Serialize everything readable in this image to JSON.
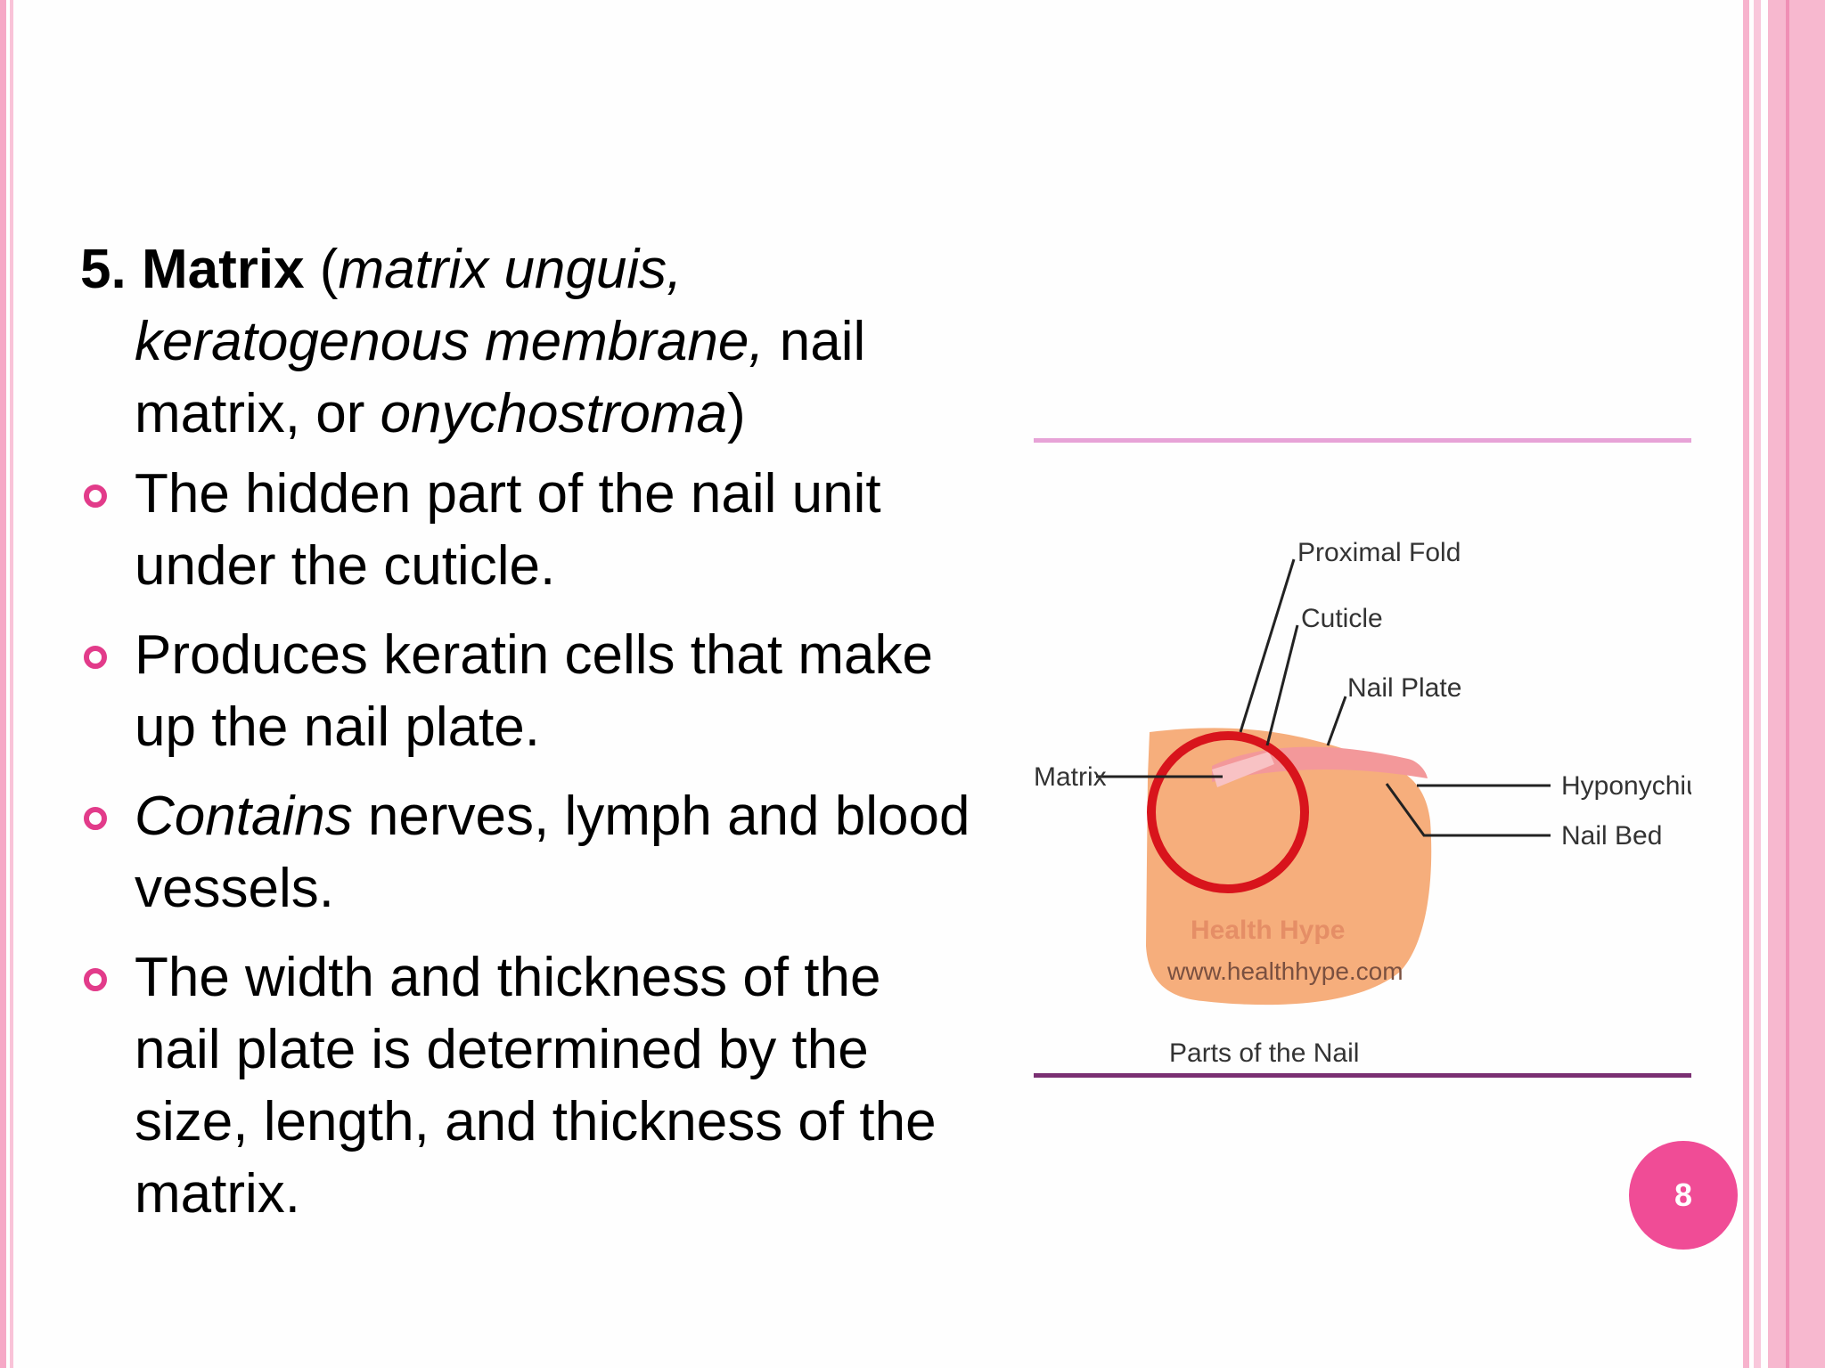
{
  "heading": {
    "number": "5.",
    "term": "Matrix",
    "open_paren": " (",
    "synonym_1": "matrix unguis, keratogenous membrane,",
    "synonym_2": " nail matrix, or ",
    "synonym_3": "onychostroma",
    "close_paren": ")"
  },
  "bullets": [
    {
      "lead_italic": "",
      "text": "The hidden part of the nail unit under the cuticle."
    },
    {
      "lead_italic": "",
      "text": "Produces keratin cells that make up the nail plate."
    },
    {
      "lead_italic": "Contains",
      "text": " nerves, lymph and blood vessels."
    },
    {
      "lead_italic": "",
      "text": "The width and thickness of the nail plate is determined by the size, length, and thickness of the matrix."
    }
  ],
  "diagram": {
    "labels": {
      "proximal_fold": "Proximal Fold",
      "cuticle": "Cuticle",
      "nail_plate": "Nail Plate",
      "matrix": "Matrix",
      "hyponychium": "Hyponychium",
      "nail_bed": "Nail Bed",
      "watermark_1": "Health Hype",
      "watermark_2": "www.healthhype.com",
      "caption": "Parts of the Nail"
    },
    "colors": {
      "rule_top": "#e7a3d7",
      "rule_bottom": "#7a2f72",
      "finger": "#f6ae7c",
      "nail": "#f3989a",
      "highlight_ring": "#d8141c"
    }
  },
  "page_number": "8",
  "colors": {
    "accent": "#f04c96",
    "bullet": "#e23b8a",
    "border": "#f7b8cf"
  }
}
